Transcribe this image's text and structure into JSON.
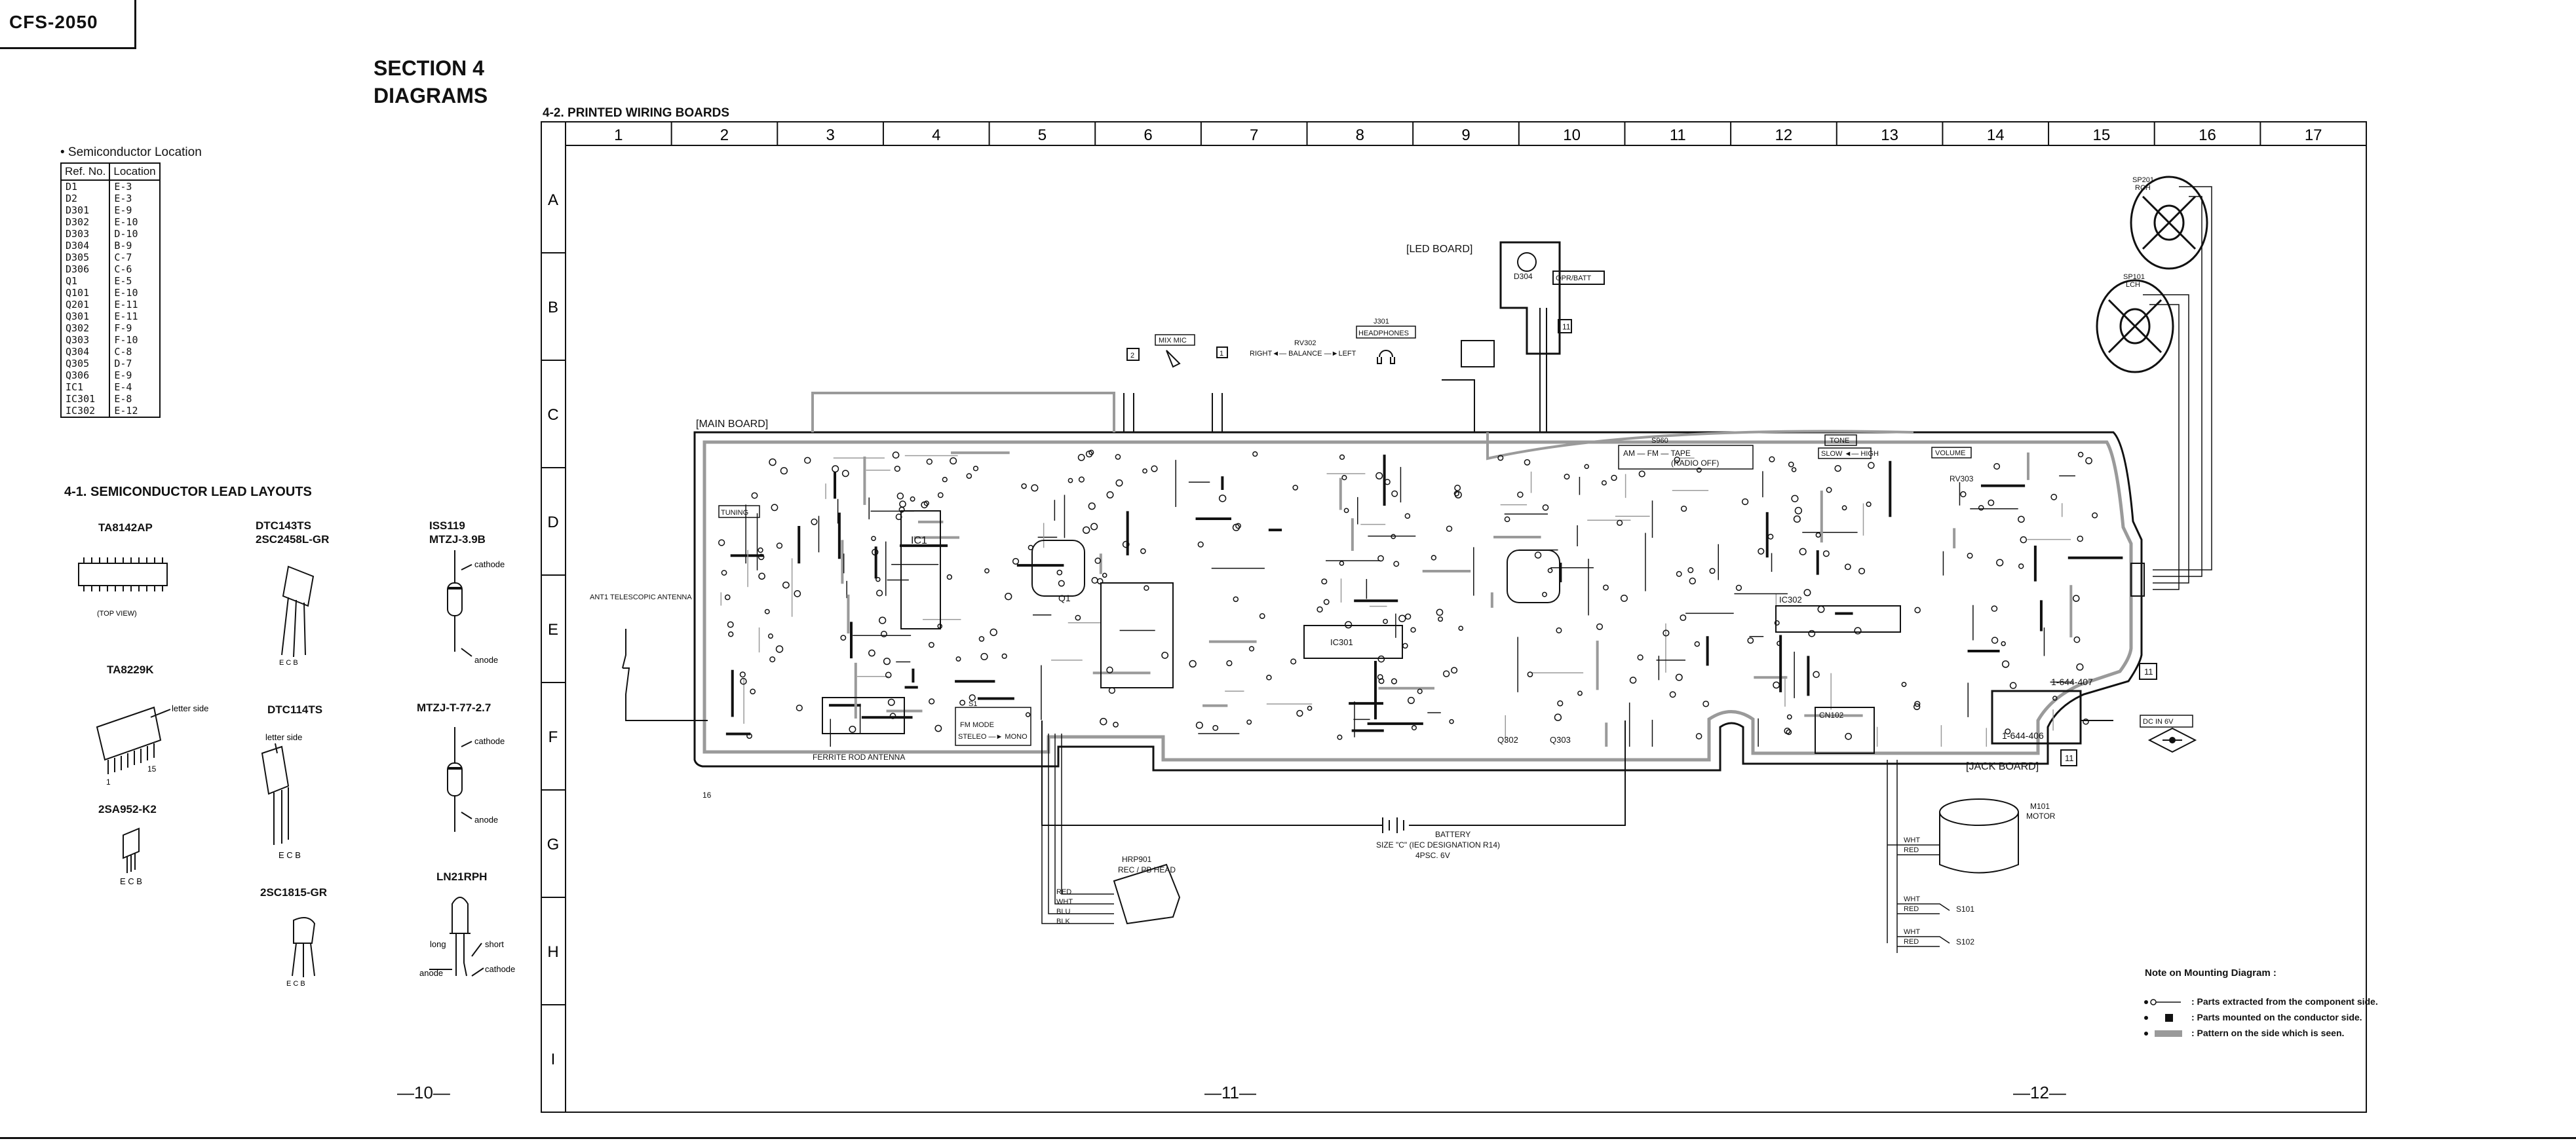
{
  "header": {
    "model": "CFS-2050"
  },
  "section": {
    "title": "SECTION 4",
    "subtitle": "DIAGRAMS"
  },
  "semiconductor_location": {
    "caption": "• Semiconductor Location",
    "headers": [
      "Ref. No.",
      "Location"
    ],
    "rows": [
      [
        "D1",
        "E-3"
      ],
      [
        "D2",
        "E-3"
      ],
      [
        "D301",
        "E-9"
      ],
      [
        "D302",
        "E-10"
      ],
      [
        "D303",
        "D-10"
      ],
      [
        "D304",
        "B-9"
      ],
      [
        "D305",
        "C-7"
      ],
      [
        "D306",
        "C-6"
      ],
      [
        "Q1",
        "E-5"
      ],
      [
        "Q101",
        "E-10"
      ],
      [
        "Q201",
        "E-11"
      ],
      [
        "Q301",
        "E-11"
      ],
      [
        "Q302",
        "F-9"
      ],
      [
        "Q303",
        "F-10"
      ],
      [
        "Q304",
        "C-8"
      ],
      [
        "Q305",
        "D-7"
      ],
      [
        "Q306",
        "E-9"
      ],
      [
        "IC1",
        "E-4"
      ],
      [
        "IC301",
        "E-8"
      ],
      [
        "IC302",
        "E-12"
      ]
    ]
  },
  "lead_layouts": {
    "heading": "4-1. SEMICONDUCTOR LEAD LAYOUTS",
    "ta8142ap": "TA8142AP",
    "ta8142ap_note": "(TOP VIEW)",
    "ta8229k": "TA8229K",
    "ta8229k_letter": "letter side",
    "ta8229k_pin1": "1",
    "ta8229k_pin15": "15",
    "sa952": "2SA952-K2",
    "sa952_pins": "E C B",
    "dtc143": "DTC143TS",
    "sc2458": "2SC2458L-GR",
    "dtc143_pins": "E C B",
    "dtc114": "DTC114TS",
    "dtc114_letter": "letter side",
    "dtc114_pins": "E C B",
    "sc1815": "2SC1815-GR",
    "sc1815_pins": "E C B",
    "iss119": "ISS119",
    "mtzj39": "MTZJ-3.9B",
    "iss119_cathode": "cathode",
    "iss119_anode": "anode",
    "mtzj27": "MTZJ-T-77-2.7",
    "mtzj27_cathode": "cathode",
    "mtzj27_anode": "anode",
    "ln21": "LN21RPH",
    "ln21_long": "long",
    "ln21_short": "short",
    "ln21_anode": "anode",
    "ln21_cathode": "cathode"
  },
  "pwb": {
    "heading": "4-2. PRINTED WIRING BOARDS",
    "columns": [
      "1",
      "2",
      "3",
      "4",
      "5",
      "6",
      "7",
      "8",
      "9",
      "10",
      "11",
      "12",
      "13",
      "14",
      "15",
      "16",
      "17"
    ],
    "rows": [
      "A",
      "B",
      "C",
      "D",
      "E",
      "F",
      "G",
      "H",
      "I"
    ],
    "labels": {
      "led_board": "[LED BOARD]",
      "main_board": "[MAIN BOARD]",
      "jack_board": "[JACK BOARD]",
      "opr_batt": "OPR/BATT",
      "headphones": "HEADPHONES",
      "j301": "J301",
      "rv302": "RV302",
      "balance": "RIGHT◄— BALANCE —►LEFT",
      "mix_mic": "MIX MIC",
      "tuning": "TUNING",
      "function_sel": "AM — FM — TAPE",
      "radio_off": "(RADIO OFF)",
      "s960": "S960",
      "tone": "TONE",
      "tone_range": "SLOW ◄— HIGH",
      "volume": "VOLUME",
      "rv303": "RV303",
      "antenna": "ANT1 TELESCOPIC ANTENNA",
      "ferrite": "FERRITE ROD ANTENNA",
      "fm_mode_switch": "S1",
      "fm_mode": "FM MODE",
      "fm_mode_options": "STELEO —► MONO",
      "ic1": "IC1",
      "q1": "Q1",
      "ic301": "IC301",
      "ic302": "IC302",
      "q302": "Q302",
      "q303": "Q303",
      "d304": "D304",
      "cn102": "CN102",
      "battery": "BATTERY",
      "battery_size": "SIZE \"C\" (IEC DESIGNATION R14)",
      "battery_spec": "4PSC. 6V",
      "head": "HRP901",
      "head_desc": "REC / PB HEAD",
      "wire_red": "RED",
      "wire_wht": "WHT",
      "wire_blu": "BLU",
      "wire_blk": "BLK",
      "motor": "M101",
      "motor_desc": "MOTOR",
      "s101": "S101",
      "s102": "S102",
      "sp201": "SP201",
      "rch": "RCH",
      "sp101": "SP101",
      "lch": "LCH",
      "dc_in": "DC IN 6V",
      "board_num_407": "1-644-407",
      "board_num_406": "1-644-406",
      "ref_11a": "11",
      "ref_11b": "11",
      "ref_11c": "11",
      "ref_2": "2",
      "ref_1": "1",
      "ref_16": "16"
    }
  },
  "pages": {
    "left": "—10—",
    "middle": "—11—",
    "right": "—12—"
  },
  "note": {
    "title": "Note on Mounting Diagram :",
    "items": [
      ": Parts extracted from the component side.",
      ": Parts mounted on the conductor side.",
      ": Pattern on the side which is seen."
    ]
  },
  "colors": {
    "ink": "#111111",
    "paper": "#ffffff",
    "pattern": "#9a9a9a"
  }
}
